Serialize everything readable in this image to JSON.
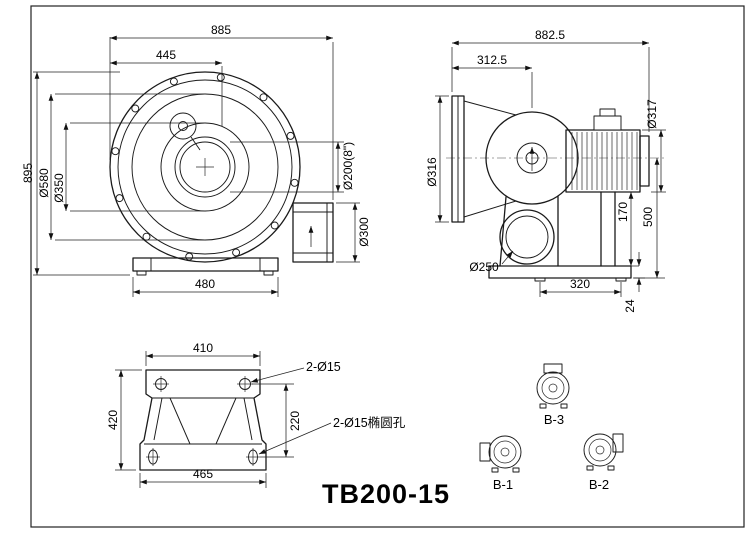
{
  "title": "TB200-15",
  "front_view": {
    "dim_width_total": "885",
    "dim_width_partial": "445",
    "dim_height_total": "895",
    "dim_d580": "Ø580",
    "dim_d350": "Ø350",
    "dim_d200": "Ø200(8\")",
    "dim_d300": "Ø300",
    "dim_base_width": "480"
  },
  "side_view": {
    "dim_width_total": "882.5",
    "dim_width_partial": "312.5",
    "dim_motor_diameter": "Ø317",
    "dim_flange_diameter": "Ø316",
    "dim_motor_center_height": "170",
    "dim_total_height": "500",
    "dim_outlet_diameter": "Ø250",
    "dim_base_span": "320",
    "dim_base_thickness": "24"
  },
  "base_view": {
    "dim_top_width": "410",
    "dim_height": "420",
    "dim_hole_span": "220",
    "dim_bottom_width": "465",
    "label_round_holes": "2-Ø15",
    "label_oval_holes": "2-Ø15椭圆孔"
  },
  "orientation_views": {
    "b1_label": "B-1",
    "b2_label": "B-2",
    "b3_label": "B-3"
  }
}
